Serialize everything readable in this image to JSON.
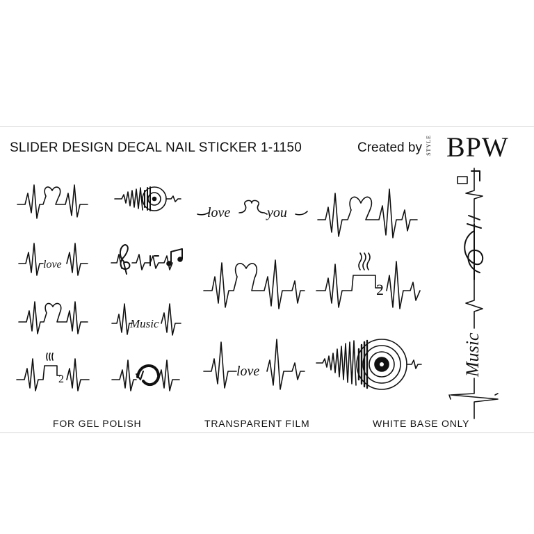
{
  "sticker": {
    "title": "SLIDER DESIGN DECAL NAIL STICKER 1-1150",
    "created_by": "Created by",
    "brand_style": "STYLE",
    "brand_name": "BPW",
    "footer": {
      "left": "FOR GEL POLISH",
      "middle": "TRANSPARENT FILM",
      "right": "WHITE BASE ONLY"
    },
    "motif_words": {
      "love_you_a": "love",
      "love_you_b": "you",
      "love": "love",
      "music": "Music",
      "music_vertical": "Music",
      "cup_number": "2"
    }
  }
}
